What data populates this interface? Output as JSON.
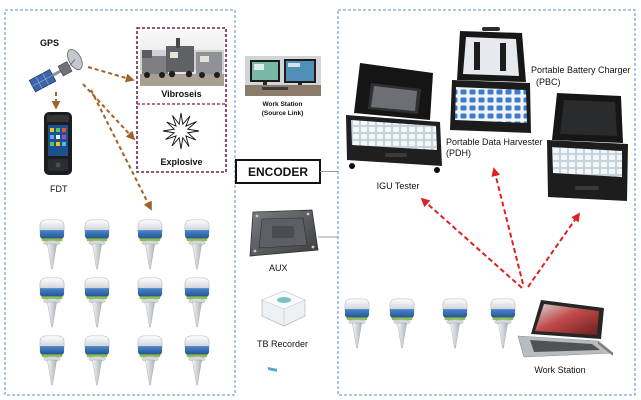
{
  "gps": {
    "label": "GPS"
  },
  "source": {
    "vibroseis_label": "Vibroseis",
    "explosive_label": "Explosive"
  },
  "fdt": {
    "label": "FDT"
  },
  "source_workstation": {
    "label": "Work Station",
    "sublabel": "(Source Link)"
  },
  "encoder": {
    "label": "ENCODER"
  },
  "aux": {
    "label": "AUX"
  },
  "tb_recorder": {
    "label": "TB Recorder"
  },
  "igu_tester": {
    "label": "IGU Tester"
  },
  "pdh": {
    "label": "Portable Data Harvester",
    "abbr": "(PDH)"
  },
  "pbc": {
    "label": "Portable Battery Charger",
    "abbr": "(PBC)"
  },
  "field_workstation": {
    "label": "Work Station"
  },
  "colors": {
    "box_border": "#5b8fc7",
    "gps_arrow": "#a0612a",
    "link_arrow": "#e02020",
    "source_border": "#7b1f4e"
  }
}
